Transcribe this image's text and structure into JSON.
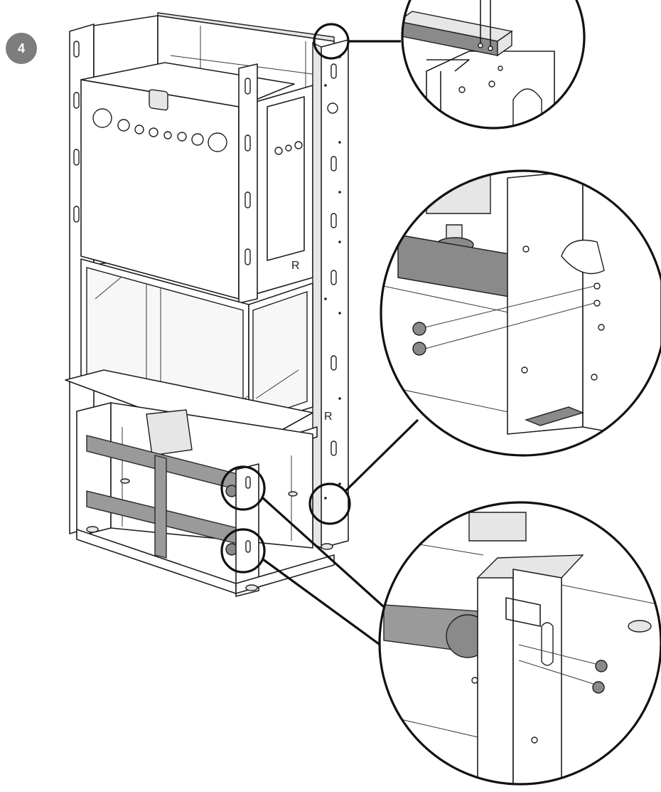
{
  "step": {
    "number": "4",
    "badge_color": "#7d7d7d"
  },
  "marks": {
    "r_letter": "R"
  },
  "colors": {
    "line": "#1e1e1e",
    "bar_grey": "#9a9a9a",
    "panel_grey": "#e6e6e6",
    "background": "#ffffff"
  },
  "callouts": [
    {
      "name": "top-rail-detail"
    },
    {
      "name": "side-bracket-screw-detail"
    },
    {
      "name": "lower-bar-screw-detail"
    }
  ]
}
